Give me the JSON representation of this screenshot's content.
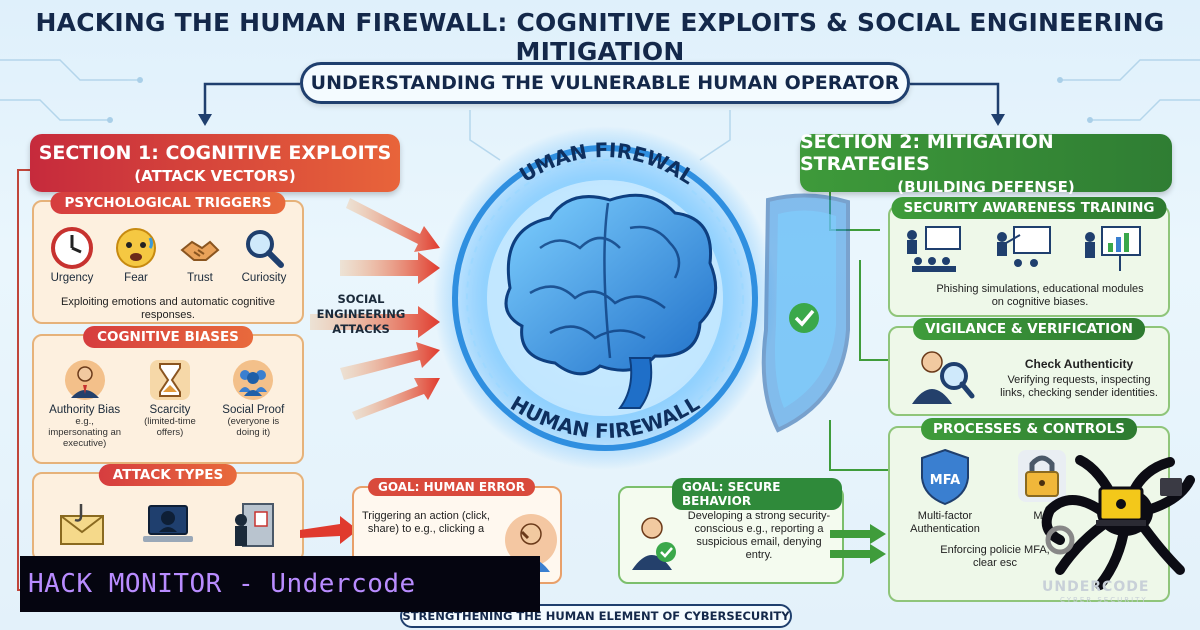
{
  "title": "HACKING THE HUMAN FIREWALL: COGNITIVE EXPLOITS & SOCIAL ENGINEERING MITIGATION",
  "subtitle": "UNDERSTANDING THE VULNERABLE HUMAN OPERATOR",
  "section1": {
    "title": "SECTION 1: COGNITIVE EXPLOITS",
    "subtitle": "(ATTACK VECTORS)"
  },
  "section2": {
    "title": "SECTION 2: MITIGATION STRATEGIES",
    "subtitle": "(BUILDING DEFENSE)"
  },
  "psych": {
    "tag": "PSYCHOLOGICAL TRIGGERS",
    "items": [
      "Urgency",
      "Fear",
      "Trust",
      "Curiosity"
    ],
    "text": "Exploiting emotions and automatic cognitive responses."
  },
  "biases": {
    "tag": "COGNITIVE BIASES",
    "items": [
      {
        "label": "Authority Bias",
        "sub": "e.g., impersonating an executive)"
      },
      {
        "label": "Scarcity",
        "sub": "(limited-time offers)"
      },
      {
        "label": "Social Proof",
        "sub": "(everyone is doing it)"
      }
    ]
  },
  "attacks": {
    "tag": "ATTACK TYPES"
  },
  "social_engineering": "SOCIAL ENGINEERING ATTACKS",
  "brain": {
    "top_label": "HUMAN FIREWALL",
    "bottom_label": "HUMAN FIREWALL"
  },
  "goal_error": {
    "tag": "GOAL: HUMAN ERROR",
    "text": "Triggering an action (click, share) to e.g., clicking a"
  },
  "goal_secure": {
    "tag": "GOAL: SECURE BEHAVIOR",
    "text": "Developing a strong security-conscious e.g., reporting a suspicious email, denying entry."
  },
  "training": {
    "tag": "SECURITY AWARENESS TRAINING",
    "text": "Phishing simulations, educational modules on cognitive biases."
  },
  "vigilance": {
    "tag": "VIGILANCE & VERIFICATION",
    "title": "Check Authenticity",
    "text": "Verifying requests, inspecting links, checking sender identities."
  },
  "processes": {
    "tag": "PROCESSES & CONTROLS",
    "mfa_badge": "MFA",
    "mfa_label": "Multi-factor Authentication",
    "second_label": "M",
    "text": "Enforcing policie MFA, clear esc"
  },
  "bottom_banner": "STRENGTHENING THE HUMAN ELEMENT OF CYBERSECURITY",
  "watermark": {
    "text": "HACK MONITOR - Undercode",
    "brand": "UNDERCODE",
    "brand_sub": "CYBER SECURITY"
  },
  "colors": {
    "attack": "#d63d3f",
    "defense": "#3f9c3b",
    "navy": "#14284a",
    "glow": "#3aa8ff"
  }
}
